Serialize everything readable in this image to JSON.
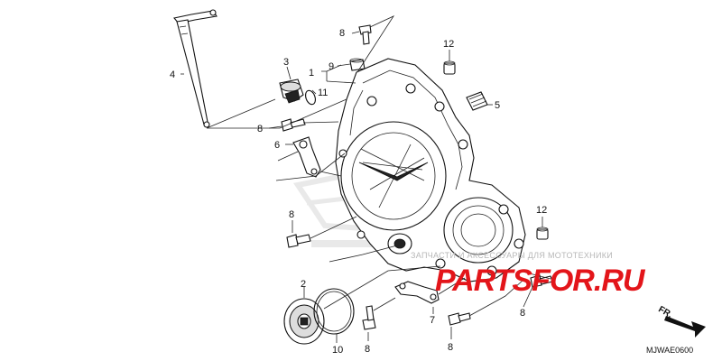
{
  "diagram": {
    "callouts": {
      "c1": "1",
      "c2": "2",
      "c3": "3",
      "c4": "4",
      "c5": "5",
      "c6": "6",
      "c7": "7",
      "c8a": "8",
      "c8b": "8",
      "c8c": "8",
      "c8d": "8",
      "c8e": "8",
      "c8f": "8",
      "c9": "9",
      "c10": "10",
      "c11": "11",
      "c12a": "12",
      "c12b": "12"
    },
    "direction_label": "FR.",
    "drawing_code": "MJWAE0600"
  },
  "watermark": {
    "tagline": "ЗАПЧАСТИ И АКСЕССУАРЫ ДЛЯ МОТОТЕХНИКИ",
    "brand_main": "PARTSFOR",
    "brand_domain": ".RU"
  }
}
